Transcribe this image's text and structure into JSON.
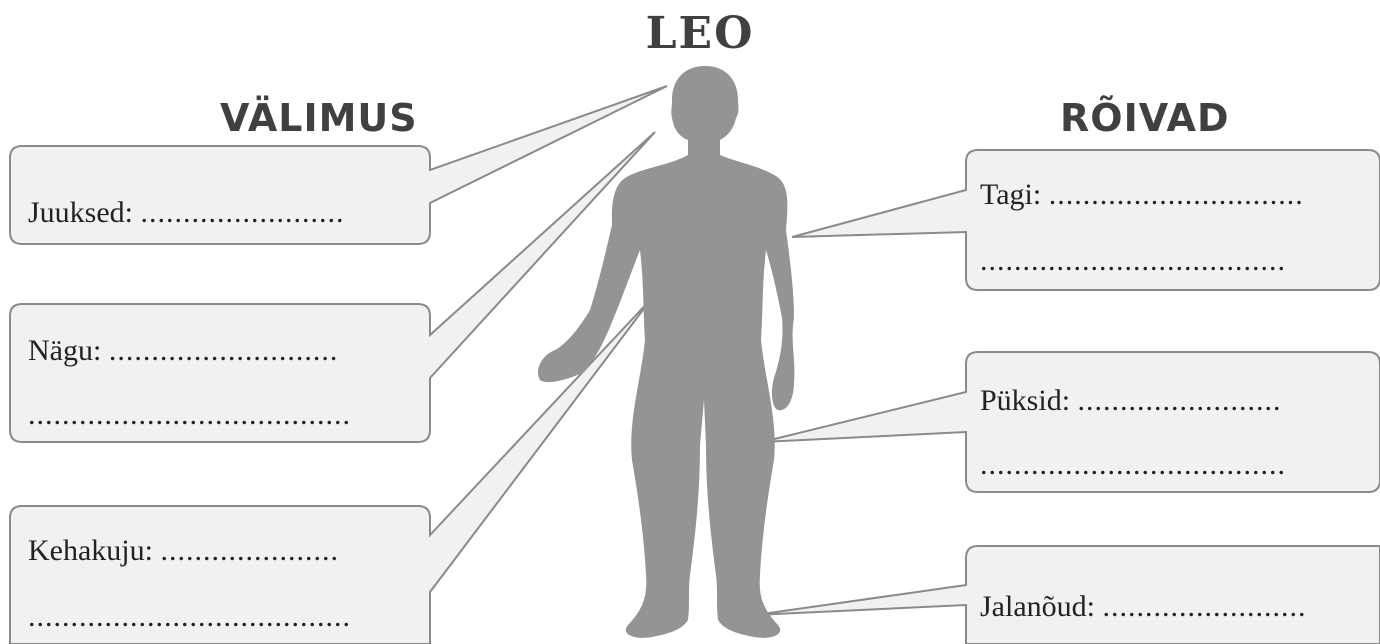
{
  "title": "LEO",
  "left_section": {
    "heading": "VÄLIMUS",
    "fields": [
      {
        "label": "Juuksed:",
        "line1": "........................",
        "line2": ""
      },
      {
        "label": "Nägu:",
        "line1": "...........................",
        "line2": "......................................"
      },
      {
        "label": "Kehakuju:",
        "line1": ".....................",
        "line2": "......................................"
      }
    ]
  },
  "right_section": {
    "heading": "RÕIVAD",
    "fields": [
      {
        "label": "Tagi:",
        "line1": "..............................",
        "line2": "...................................."
      },
      {
        "label": "Püksid:",
        "line1": "........................",
        "line2": "...................................."
      },
      {
        "label": "Jalanõud:",
        "line1": "........................",
        "line2": ""
      }
    ]
  },
  "colors": {
    "silhouette": "#939496",
    "box_fill": "#f1f1f2",
    "box_stroke": "#8a8a8a",
    "heading": "#404040"
  }
}
